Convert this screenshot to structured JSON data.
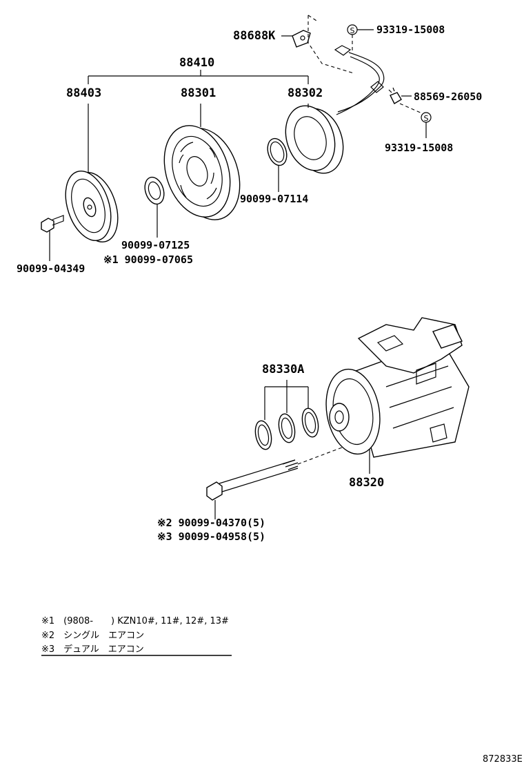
{
  "labels": {
    "p88688k": "88688K",
    "p93319_top": "93319-15008",
    "p88410": "88410",
    "p88403": "88403",
    "p88301": "88301",
    "p88302": "88302",
    "p88569": "88569-26050",
    "p93319_bot": "93319-15008",
    "p90099_07114": "90099-07114",
    "p90099_07125": "90099-07125",
    "p90099_07065": "※1 90099-07065",
    "p90099_04349": "90099-04349",
    "p88330a": "88330A",
    "p88320": "88320",
    "p90099_04370": "※2 90099-04370(5)",
    "p90099_04958": "※3 90099-04958(5)"
  },
  "symbols": {
    "s_mark": "S"
  },
  "notes": [
    "※1　(9808-　　) KZN10#, 11#, 12#, 13#",
    "※2　シングル　エアコン",
    "※3　デュアル　エアコン"
  ],
  "figure_code": "872833E"
}
